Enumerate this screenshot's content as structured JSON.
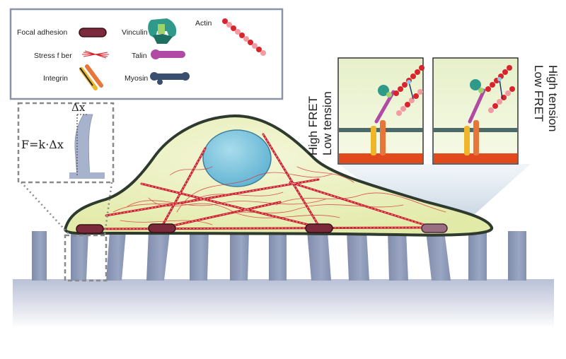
{
  "legend": {
    "focal_adhesion": "Focal adhesion",
    "stress_fiber": "Stress f ber",
    "integrin": "Integrin",
    "vinculin": "Vinculin",
    "talin": "Talin",
    "myosin": "Myosin",
    "actin": "Actin"
  },
  "inset": {
    "delta": "Δx",
    "formula": "F=k·Δx"
  },
  "panels": {
    "left_line1": "High FRET",
    "left_line2": "Low tension",
    "right_line1": "Low FRET",
    "right_line2": "High tension"
  },
  "colors": {
    "focal_adhesion": "#7a2a3a",
    "stress_fiber": "#d8242c",
    "cytoplasm": "#eef2c4",
    "nucleus": "#7ec6e0",
    "pillar": "#8e9bb8",
    "talin": "#b04aa4",
    "vinculin": "#2f9a8a",
    "myosin": "#3a4e6e",
    "integrin_yellow": "#f0b62a",
    "integrin_orange": "#e8753a"
  }
}
